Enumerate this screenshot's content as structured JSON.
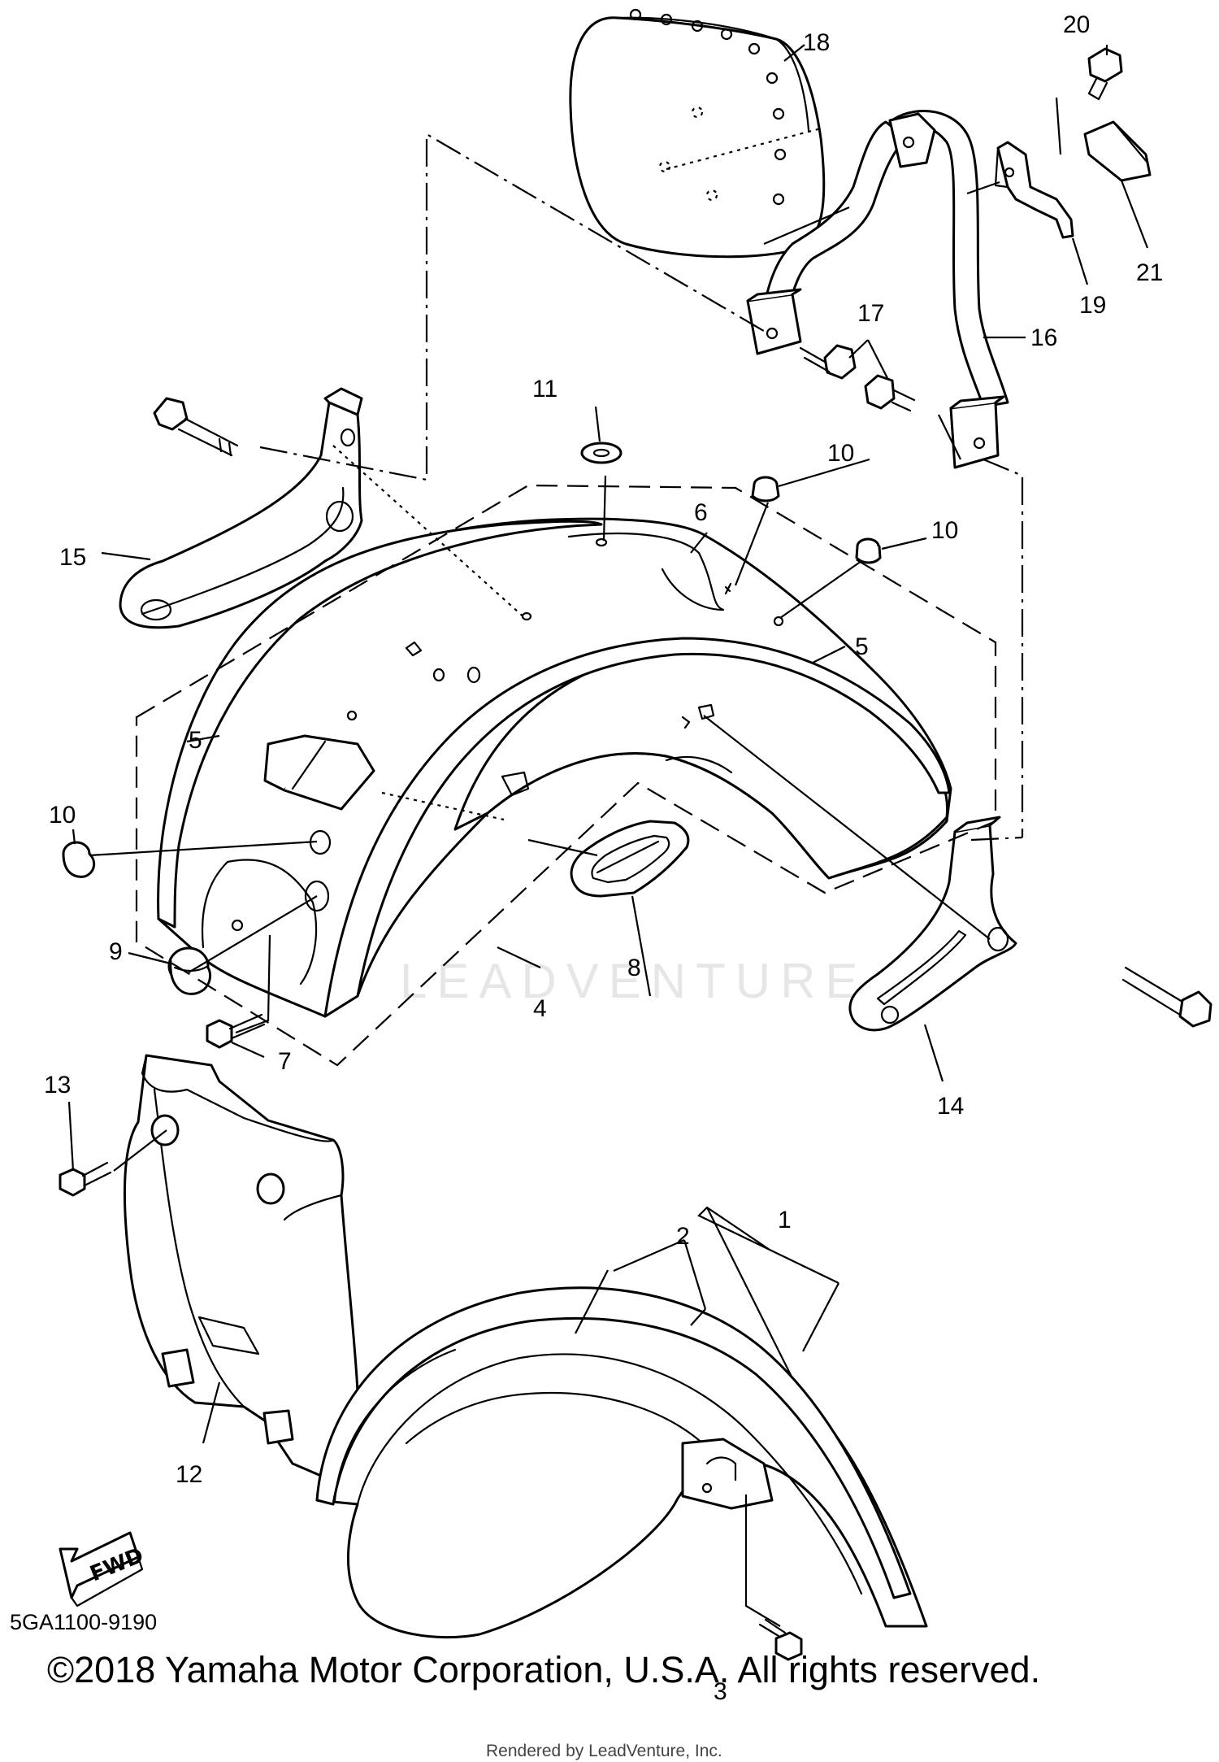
{
  "diagram": {
    "callouts": {
      "p1": "1",
      "p2": "2",
      "p3": "3",
      "p4": "4",
      "p5a": "5",
      "p5b": "5",
      "p6": "6",
      "p7": "7",
      "p8": "8",
      "p9": "9",
      "p10a": "10",
      "p10b": "10",
      "p10c": "10",
      "p11": "11",
      "p12": "12",
      "p13": "13",
      "p14": "14",
      "p15": "15",
      "p16": "16",
      "p17": "17",
      "p18": "18",
      "p19": "19",
      "p20": "20",
      "p21": "21"
    },
    "fwd_label": "FWD",
    "diagram_code": "5GA1100-9190",
    "copyright": "©2018 Yamaha Motor Corporation, U.S.A. All rights reserved.",
    "rendered_by": "Rendered by LeadVenture, Inc.",
    "watermark": "LEADVENTURE"
  }
}
